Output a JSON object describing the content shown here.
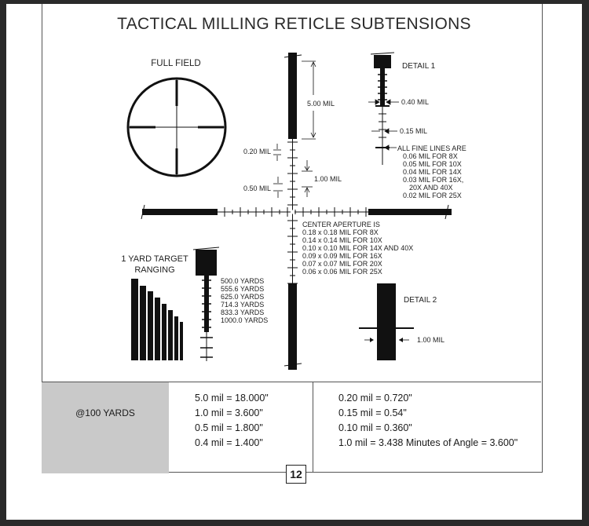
{
  "title": "TACTICAL MILLING RETICLE SUBTENSIONS",
  "labels": {
    "full_field": "FULL FIELD",
    "detail1": "DETAIL 1",
    "detail2": "DETAIL 2",
    "five_mil": "5.00 MIL",
    "point20_mil": "0.20 MIL",
    "one_mil": "1.00 MIL",
    "point50_mil": "0.50 MIL",
    "point40_mil": "0.40 MIL",
    "point15_mil": "0.15 MIL",
    "detail2_one_mil": "1.00 MIL",
    "target_ranging_1": "1 YARD TARGET",
    "target_ranging_2": "RANGING"
  },
  "fine_lines": [
    "ALL FINE LINES ARE",
    "0.06 MIL FOR 8X",
    "0.05 MIL FOR 10X",
    "0.04 MIL FOR 14X",
    "0.03 MIL FOR 16X,",
    "20X AND 40X",
    "0.02 MIL FOR 25X"
  ],
  "center_aperture": [
    "CENTER APERTURE IS",
    "0.18 x 0.18 MIL FOR 8X",
    "0.14 x 0.14 MIL FOR 10X",
    "0.10 x 0.10 MIL FOR 14X AND 40X",
    "0.09 x 0.09 MIL FOR 16X",
    "0.07 x 0.07 MIL FOR 20X",
    "0.06 x 0.06 MIL FOR 25X"
  ],
  "yards": [
    "500.0 YARDS",
    "555.6 YARDS",
    "625.0 YARDS",
    "714.3 YARDS",
    "833.3 YARDS",
    "1000.0 YARDS"
  ],
  "table": {
    "header": "@100 YARDS",
    "col_a": [
      "5.0 mil = 18.000\"",
      "1.0 mil = 3.600\"",
      "0.5 mil = 1.800\"",
      "0.4 mil = 1.400\""
    ],
    "col_b": [
      "0.20 mil = 0.720\"",
      "0.15 mil = 0.54\"",
      "0.10 mil = 0.360\"",
      "1.0 mil = 3.438 Minutes of Angle = 3.600\""
    ]
  },
  "page_number": "12"
}
